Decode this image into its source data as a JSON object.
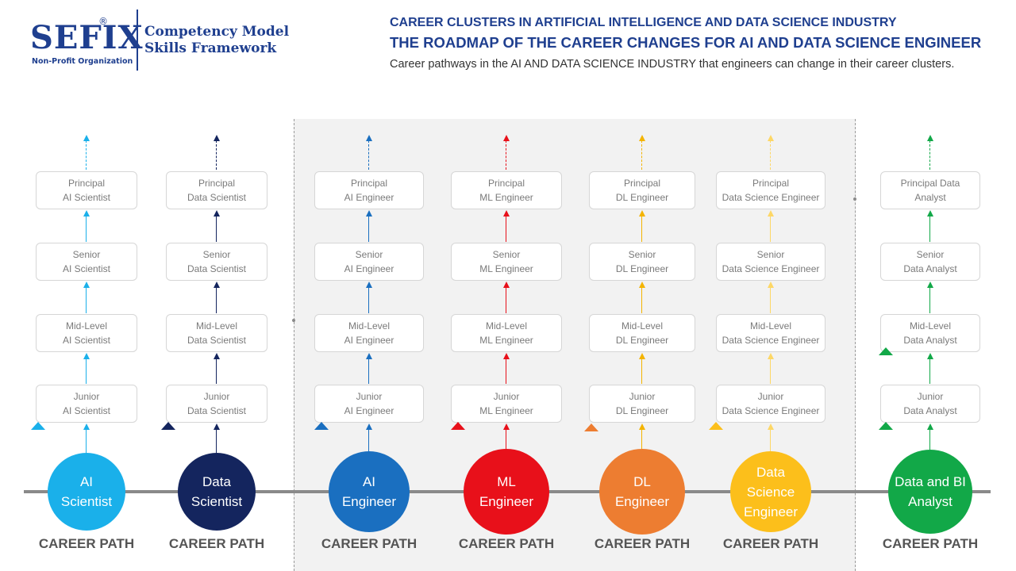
{
  "logo": {
    "text": "SEFIX",
    "registered": "®",
    "subtitle": "Non-Profit Organization"
  },
  "framework": {
    "line1": "Competency Model",
    "line2": "Skills Framework"
  },
  "header": {
    "title1": "CAREER CLUSTERS IN ARTIFICIAL INTELLIGENCE AND DATA SCIENCE INDUSTRY",
    "title2": "THE ROADMAP OF THE CAREER CHANGES FOR AI AND DATA SCIENCE ENGINEER",
    "subtitle": "Career pathways in the AI AND DATA SCIENCE INDUSTRY  that engineers can change in their career clusters."
  },
  "paths": [
    {
      "name": [
        "AI",
        "Scientist"
      ],
      "color": "#1ab0ea",
      "label": "CAREER PATH",
      "levels": [
        [
          "Principal",
          "AI Scientist"
        ],
        [
          "Senior",
          "AI Scientist"
        ],
        [
          "Mid-Level",
          "AI Scientist"
        ],
        [
          "Junior",
          "AI Scientist"
        ]
      ]
    },
    {
      "name": [
        "Data",
        "Scientist"
      ],
      "color": "#14255e",
      "label": "CAREER PATH",
      "levels": [
        [
          "Principal",
          "Data  Scientist"
        ],
        [
          "Senior",
          "Data  Scientist"
        ],
        [
          "Mid-Level",
          "Data  Scientist"
        ],
        [
          "Junior",
          "Data  Scientist"
        ]
      ]
    },
    {
      "name": [
        "AI",
        "Engineer"
      ],
      "color": "#1a6fc0",
      "label": "CAREER PATH",
      "levels": [
        [
          "Principal",
          "AI Engineer"
        ],
        [
          "Senior",
          "AI Engineer"
        ],
        [
          "Mid-Level",
          "AI Engineer"
        ],
        [
          "Junior",
          "AI Engineer"
        ]
      ]
    },
    {
      "name": [
        "ML",
        "Engineer"
      ],
      "color": "#e8101a",
      "label": "CAREER PATH",
      "levels": [
        [
          "Principal",
          "ML Engineer"
        ],
        [
          "Senior",
          "ML Engineer"
        ],
        [
          "Mid-Level",
          "ML Engineer"
        ],
        [
          "Junior",
          "ML Engineer"
        ]
      ]
    },
    {
      "name": [
        "DL",
        "Engineer"
      ],
      "color": "#ed7d31",
      "arrow_color": "#f4b400",
      "label": "CAREER PATH",
      "levels": [
        [
          "Principal",
          "DL Engineer"
        ],
        [
          "Senior",
          "DL Engineer"
        ],
        [
          "Mid-Level",
          "DL Engineer"
        ],
        [
          "Junior",
          "DL Engineer"
        ]
      ]
    },
    {
      "name": [
        "Data",
        "Science",
        "Engineer"
      ],
      "color": "#fcbf1b",
      "arrow_color": "#fdd766",
      "label": "CAREER PATH",
      "levels": [
        [
          "Principal",
          "Data  Science  Engineer"
        ],
        [
          "Senior",
          "Data  Science  Engineer"
        ],
        [
          "Mid-Level",
          "Data  Science  Engineer"
        ],
        [
          "Junior",
          "Data  Science  Engineer"
        ]
      ]
    },
    {
      "name": [
        "Data  and  BI",
        "Analyst"
      ],
      "color": "#12a848",
      "label": "CAREER PATH",
      "levels": [
        [
          "Principal  Data",
          "Analyst"
        ],
        [
          "Senior",
          "Data  Analyst"
        ],
        [
          "Mid-Level",
          "Data  Analyst"
        ],
        [
          "Junior",
          "Data  Analyst"
        ]
      ]
    }
  ]
}
